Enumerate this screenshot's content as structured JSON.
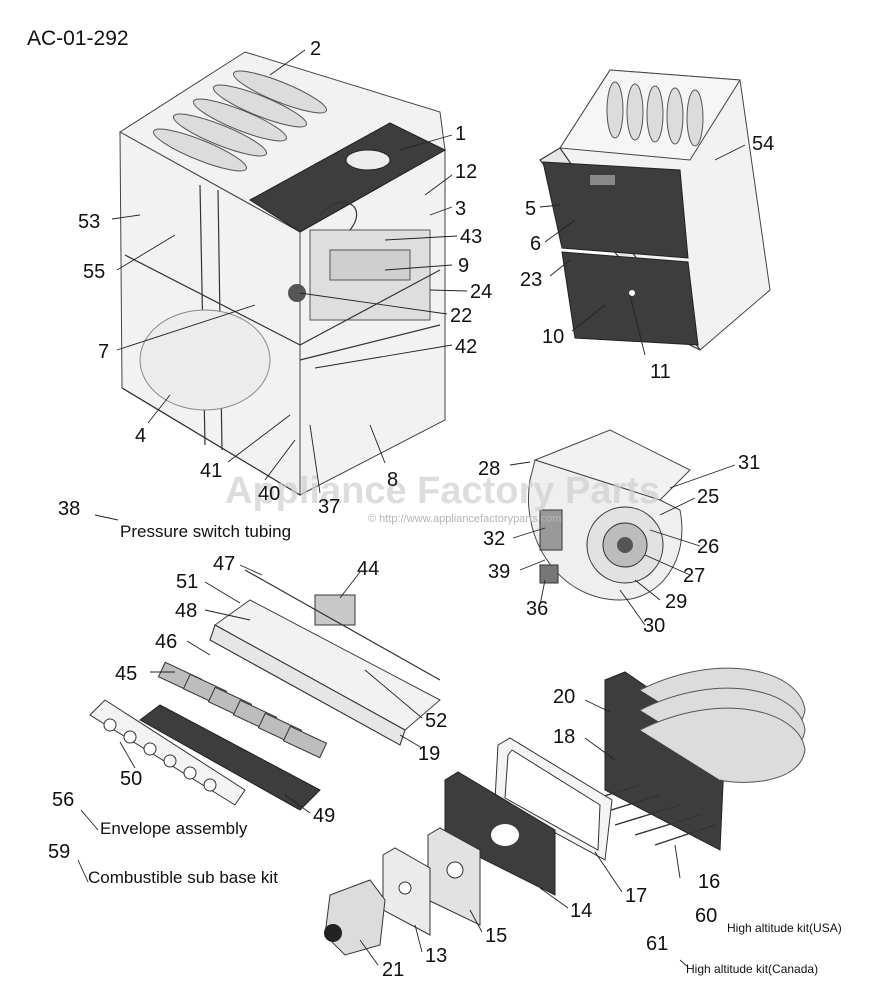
{
  "document_code": "AC-01-292",
  "watermark": {
    "brand": "Appliance Factory Parts",
    "url": "© http://www.appliancefactoryparts.com"
  },
  "callouts": [
    "1",
    "2",
    "3",
    "4",
    "5",
    "6",
    "7",
    "8",
    "9",
    "10",
    "11",
    "12",
    "13",
    "14",
    "15",
    "16",
    "17",
    "18",
    "19",
    "20",
    "21",
    "22",
    "23",
    "24",
    "25",
    "26",
    "27",
    "28",
    "29",
    "30",
    "31",
    "32",
    "36",
    "37",
    "39",
    "40",
    "41",
    "42",
    "43",
    "44",
    "45",
    "46",
    "47",
    "48",
    "49",
    "50",
    "51",
    "52",
    "53",
    "54",
    "55"
  ],
  "notes": {
    "n38": {
      "num": "38",
      "text": "Pressure switch tubing"
    },
    "n56": {
      "num": "56",
      "text": "Envelope assembly"
    },
    "n59": {
      "num": "59",
      "text": "Combustible sub base kit"
    },
    "n60": {
      "num": "60",
      "text": "High altitude kit(USA)"
    },
    "n61": {
      "num": "61",
      "text": "High altitude kit(Canada)"
    }
  },
  "colors": {
    "line": "#333333",
    "panel": "#e6e6e6",
    "dark_panel": "#3d3d3d",
    "background": "#ffffff"
  }
}
